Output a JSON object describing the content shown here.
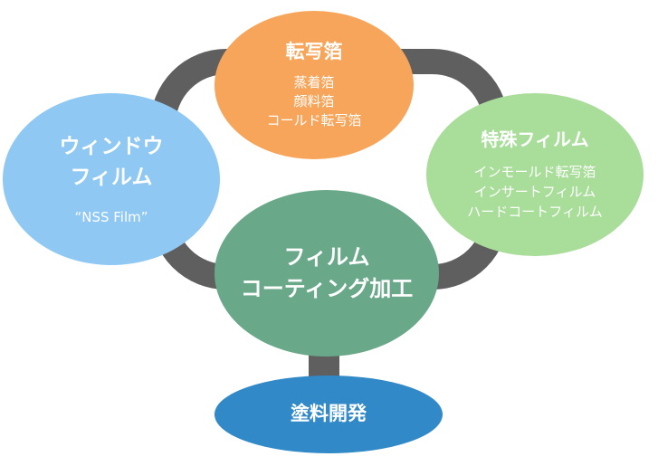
{
  "diagram": {
    "colors": {
      "ring": "#5f5f5f",
      "foil": "#f7a55a",
      "window": "#8ec8f3",
      "special": "#a9dd9a",
      "coating": "#6aa88a",
      "paint": "#3189c7",
      "text": "#ffffff"
    },
    "foil": {
      "title": "転写箔",
      "items": [
        "蒸着箔",
        "顔料箔",
        "コールド転写箔"
      ]
    },
    "window": {
      "title_line1": "ウィンドウ",
      "title_line2": "フィルム",
      "subtitle": "“NSS Film”"
    },
    "special": {
      "title": "特殊フィルム",
      "items": [
        "インモールド転写箔",
        "インサートフィルム",
        "ハードコートフィルム"
      ]
    },
    "coating": {
      "title_line1": "フィルム",
      "title_line2": "コーティング加工"
    },
    "paint": {
      "title": "塗料開発"
    }
  }
}
